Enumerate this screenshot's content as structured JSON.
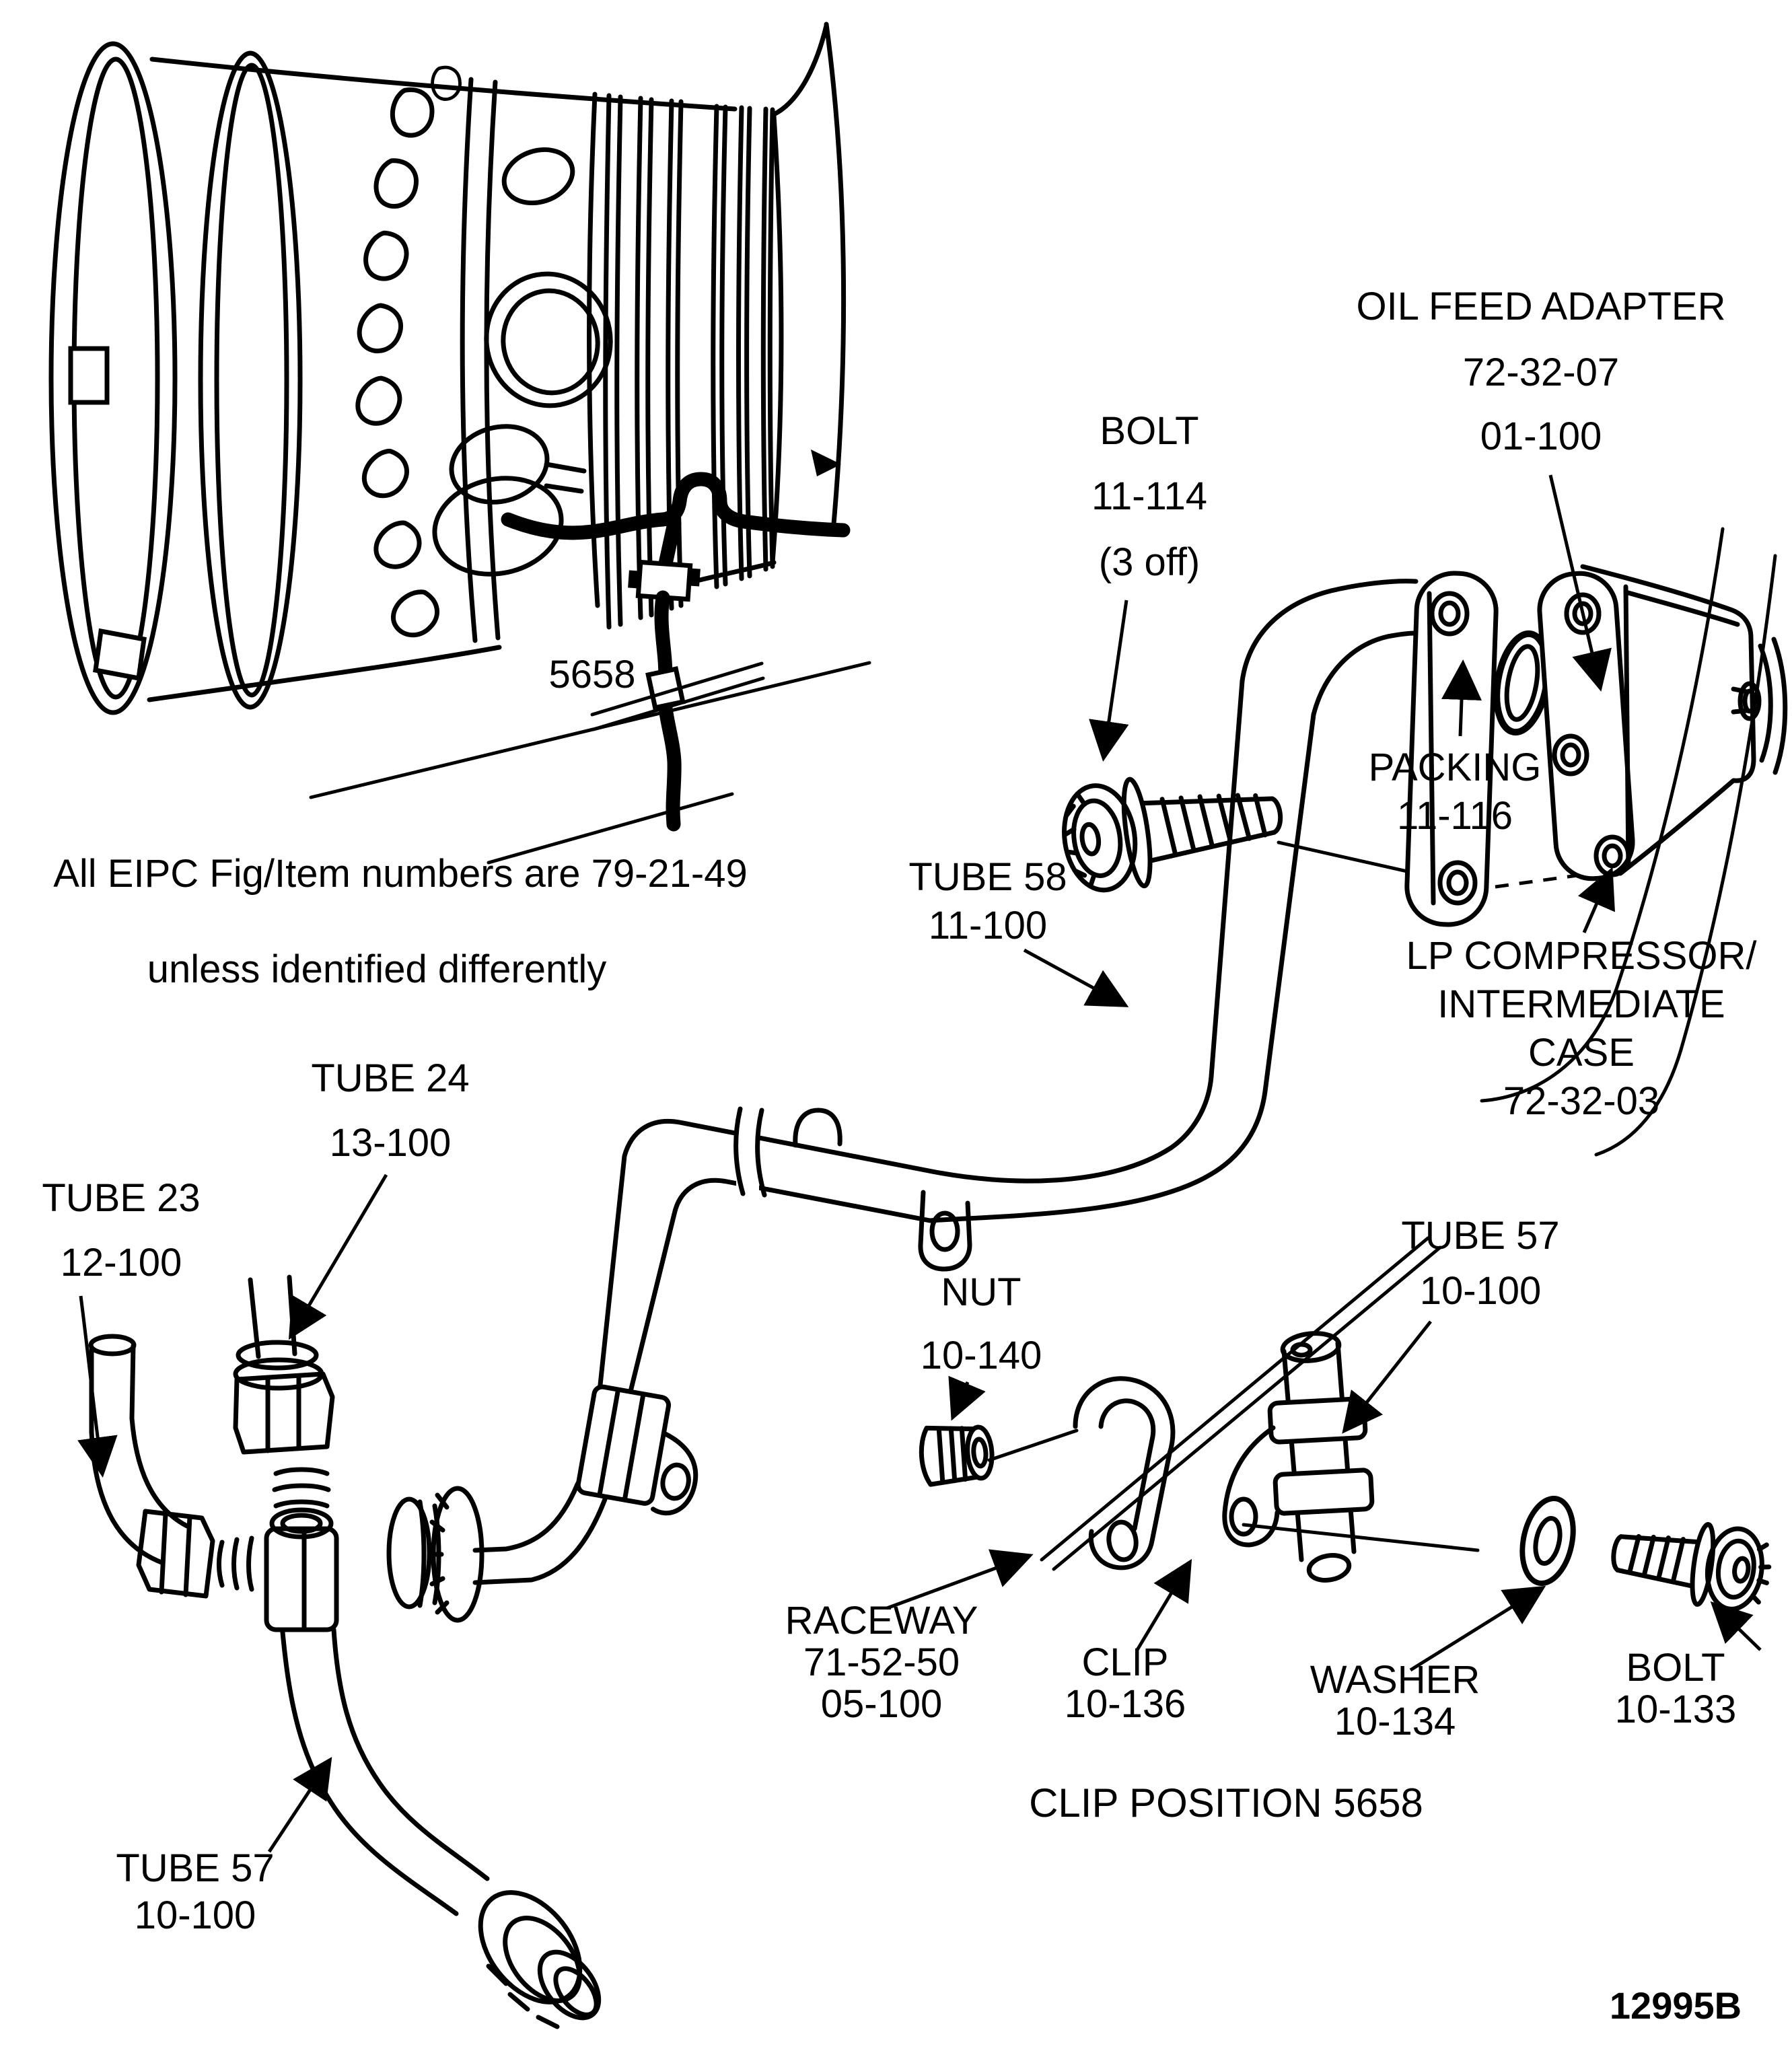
{
  "figure": {
    "note": {
      "line1": "All EIPC Fig/Item numbers are 79-21-49",
      "line2": "unless identified differently"
    },
    "caption": "CLIP POSITION 5658",
    "figure_code": "12995B",
    "position_label": "5658"
  },
  "callouts": {
    "oil_feed_adapter": {
      "lines": [
        "OIL FEED ADAPTER",
        "72-32-07",
        "01-100"
      ]
    },
    "bolt_11_114": {
      "lines": [
        "BOLT",
        "11-114",
        "(3 off)"
      ]
    },
    "packing_11_116": {
      "lines": [
        "PACKING",
        "11-116"
      ]
    },
    "lp_compressor_case": {
      "lines": [
        "LP COMPRESSOR/",
        "INTERMEDIATE",
        "CASE",
        "72-32-03"
      ]
    },
    "tube_58": {
      "lines": [
        "TUBE 58",
        "11-100"
      ]
    },
    "tube_24": {
      "lines": [
        "TUBE 24",
        "13-100"
      ]
    },
    "tube_23": {
      "lines": [
        "TUBE 23",
        "12-100"
      ]
    },
    "tube_57_right": {
      "lines": [
        "TUBE 57",
        "10-100"
      ]
    },
    "tube_57_bottom": {
      "lines": [
        "TUBE 57",
        "10-100"
      ]
    },
    "nut_10_140": {
      "lines": [
        "NUT",
        "10-140"
      ]
    },
    "raceway": {
      "lines": [
        "RACEWAY",
        "71-52-50",
        "05-100"
      ]
    },
    "clip_10_136": {
      "lines": [
        "CLIP",
        "10-136"
      ]
    },
    "washer_10_134": {
      "lines": [
        "WASHER",
        "10-134"
      ]
    },
    "bolt_10_133": {
      "lines": [
        "BOLT",
        "10-133"
      ]
    }
  },
  "colors": {
    "ink": "#000000",
    "paper": "#ffffff"
  }
}
